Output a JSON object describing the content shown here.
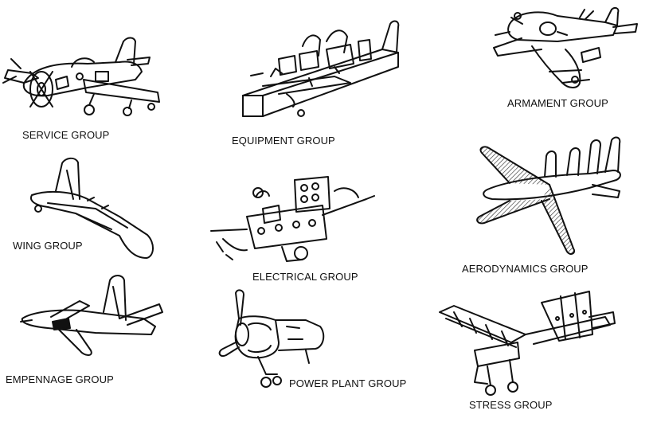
{
  "groups": [
    {
      "id": "service",
      "label": "SERVICE GROUP",
      "icon": "fighter-plane-with-service-cart-icon"
    },
    {
      "id": "equipment",
      "label": "EQUIPMENT GROUP",
      "icon": "fuselage-cutaway-equipment-icon"
    },
    {
      "id": "armament",
      "label": "ARMAMENT GROUP",
      "icon": "armed-bomber-plane-icon"
    },
    {
      "id": "wing",
      "label": "WING GROUP",
      "icon": "flying-wing-aircraft-icon"
    },
    {
      "id": "electrical",
      "label": "ELECTRICAL GROUP",
      "icon": "electrical-instrument-panel-icon"
    },
    {
      "id": "aerodynamics",
      "label": "AERODYNAMICS GROUP",
      "icon": "airliner-aerodynamics-icon"
    },
    {
      "id": "empennage",
      "label": "EMPENNAGE GROUP",
      "icon": "jet-plane-tail-empennage-icon"
    },
    {
      "id": "powerplant",
      "label": "POWER PLANT GROUP",
      "icon": "engine-and-propeller-icon"
    },
    {
      "id": "stress",
      "label": "STRESS GROUP",
      "icon": "airframe-truss-structure-icon"
    }
  ],
  "colors": {
    "ink": "#111111",
    "background": "#ffffff",
    "hatch": "#333333"
  }
}
